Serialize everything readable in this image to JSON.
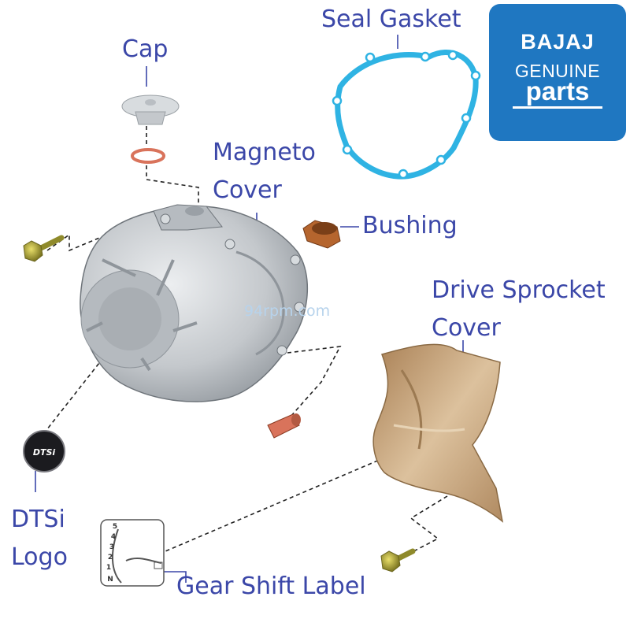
{
  "labels": {
    "cap": "Cap",
    "seal_gasket": "Seal Gasket",
    "magneto_cover_line1": "Magneto",
    "magneto_cover_line2": "Cover",
    "bushing": "Bushing",
    "drive_sprocket_line1": "Drive Sprocket",
    "drive_sprocket_line2": "Cover",
    "dtsi_line1": "DTSi",
    "dtsi_line2": "Logo",
    "gear_shift_label": "Gear Shift Label"
  },
  "brand": {
    "name": "BAJAJ",
    "line2": "GENUINE",
    "line3": "parts"
  },
  "watermark": "94rpm.com",
  "gear_positions": [
    "5",
    "4",
    "3",
    "2",
    "1",
    "N"
  ],
  "colors": {
    "label_text": "#3b47a8",
    "brand_bg": "#1f77c1",
    "gasket": "#2fb3e3",
    "cover_metal": "#c4c8cc",
    "sprocket_cover": "#c9a77d",
    "bushing": "#b5652e"
  }
}
